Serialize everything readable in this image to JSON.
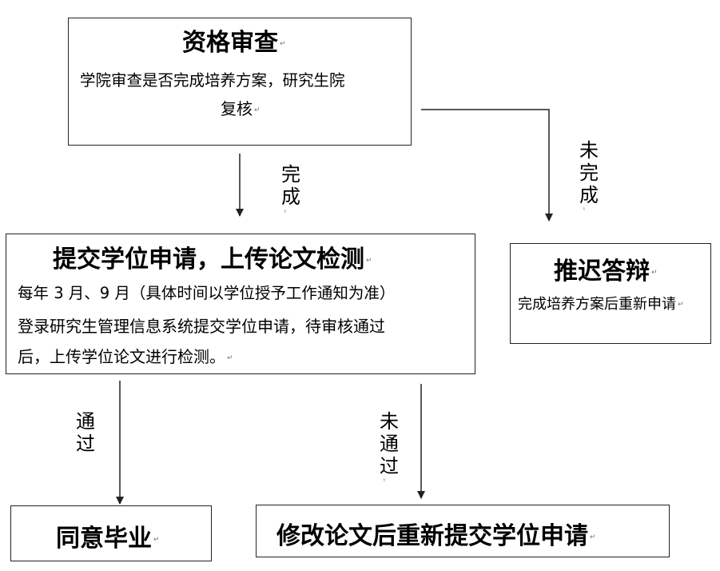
{
  "nodes": {
    "qualification": {
      "title": "资格审查",
      "desc_line1": "学院审查是否完成培养方案，研究生院",
      "desc_line2": "复核"
    },
    "submit": {
      "title": "提交学位申请，上传论文检测",
      "desc_line1": "每年 3 月、9 月（具体时间以学位授予工作通知为准）",
      "desc_line2": "登录研究生管理信息系统提交学位申请，待审核通过",
      "desc_line3": "后，上传学位论文进行检测。"
    },
    "postpone": {
      "title": "推迟答辩",
      "desc": "完成培养方案后重新申请"
    },
    "graduate": {
      "title": "同意毕业"
    },
    "revise": {
      "title": "修改论文后重新提交学位申请"
    }
  },
  "edges": {
    "completed": [
      "完",
      "成"
    ],
    "not_completed": [
      "未",
      "完",
      "成"
    ],
    "passed": [
      "通",
      "过"
    ],
    "not_passed": [
      "未",
      "通",
      "过"
    ]
  },
  "marks": {
    "paragraph": "↵",
    "small": "ᵗ"
  }
}
